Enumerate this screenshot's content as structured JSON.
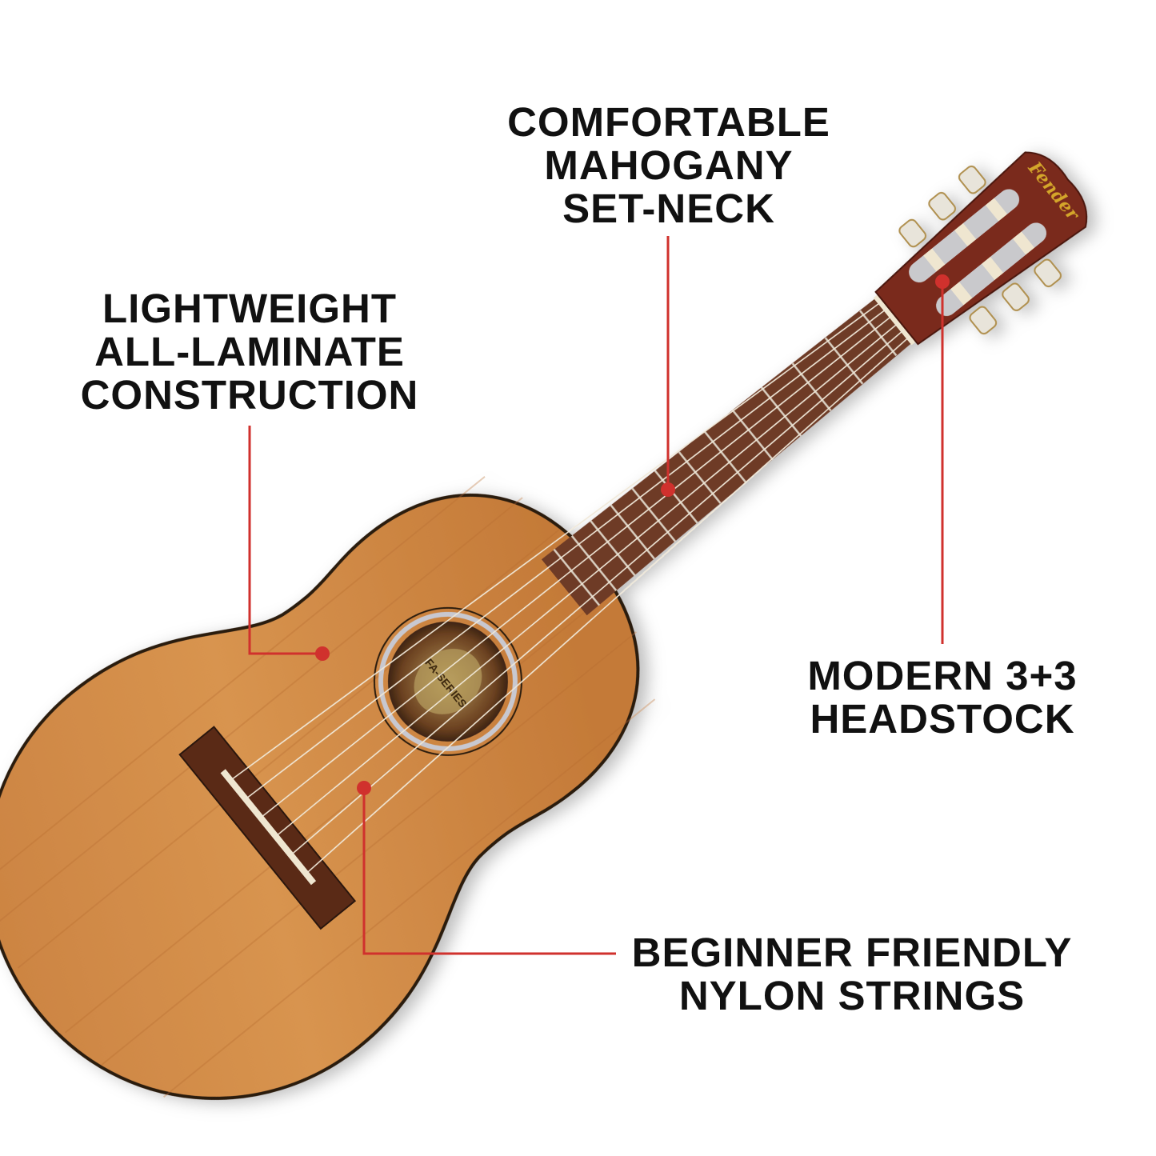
{
  "callouts": {
    "neck": {
      "lines": [
        "COMFORTABLE",
        "MAHOGANY",
        "SET-NECK"
      ]
    },
    "construction": {
      "lines": [
        "LIGHTWEIGHT",
        "ALL-LAMINATE",
        "CONSTRUCTION"
      ]
    },
    "headstock": {
      "lines": [
        "MODERN 3+3",
        "HEADSTOCK"
      ]
    },
    "strings": {
      "lines": [
        "BEGINNER FRIENDLY",
        "NYLON STRINGS"
      ]
    }
  },
  "guitar": {
    "brand_logo": "Fender",
    "label_text": "FA-SERIES"
  },
  "colors": {
    "callout": "#d0312d",
    "text": "#111111",
    "top_wood": "#d08a45",
    "fretboard": "#6e3a28",
    "headstock": "#7a2a1c",
    "logo_gold": "#d4a62a"
  }
}
